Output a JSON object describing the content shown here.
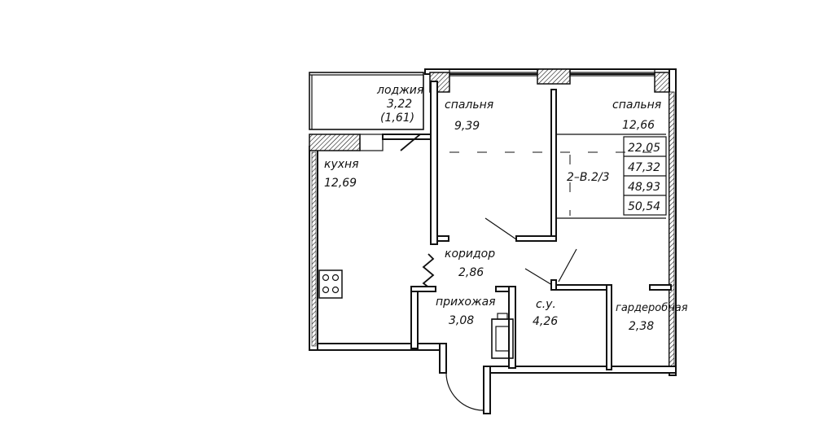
{
  "rooms": {
    "loggia": {
      "name": "лоджия",
      "area": "3,22",
      "area_half": "(1,61)"
    },
    "bedroom1": {
      "name": "спальня",
      "area": "9,39"
    },
    "bedroom2": {
      "name": "спальня",
      "area": "12,66"
    },
    "kitchen": {
      "name": "кухня",
      "area": "12,69"
    },
    "corridor": {
      "name": "коридор",
      "area": "2,86"
    },
    "hallway": {
      "name": "прихожая",
      "area": "3,08"
    },
    "bathroom": {
      "name": "с.у.",
      "area": "4,26"
    },
    "wardrobe": {
      "name": "гардеробная",
      "area": "2,38"
    }
  },
  "summary": {
    "apartment_code": "2–В.2/3",
    "values": [
      "22,05",
      "47,32",
      "48,93",
      "50,54"
    ]
  }
}
